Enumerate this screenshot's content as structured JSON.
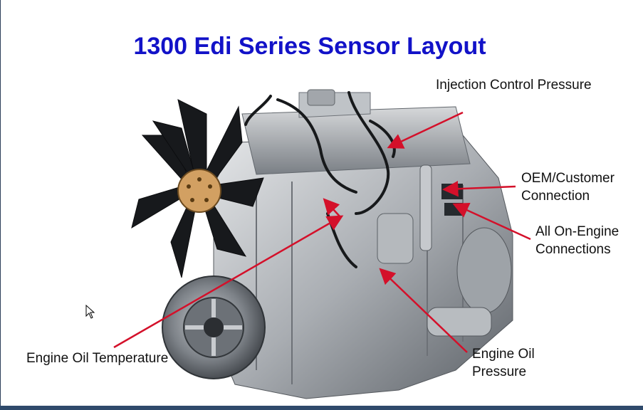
{
  "title": "1300 Edi Series Sensor Layout",
  "callouts": {
    "injection_control_pressure": "Injection Control Pressure",
    "oem_customer_connection_line1": "OEM/Customer",
    "oem_customer_connection_line2": "Connection",
    "all_on_engine_line1": "All On-Engine",
    "all_on_engine_line2": "Connections",
    "engine_oil_temperature": "Engine Oil Temperature",
    "engine_oil_pressure_line1": "Engine Oil",
    "engine_oil_pressure_line2": "Pressure"
  },
  "colors": {
    "title": "#1212c8",
    "arrow": "#d4102a",
    "label_text": "#111111",
    "bottom_bar": "#2f4a6b"
  },
  "icons": {
    "cursor": "mouse-pointer-icon"
  }
}
